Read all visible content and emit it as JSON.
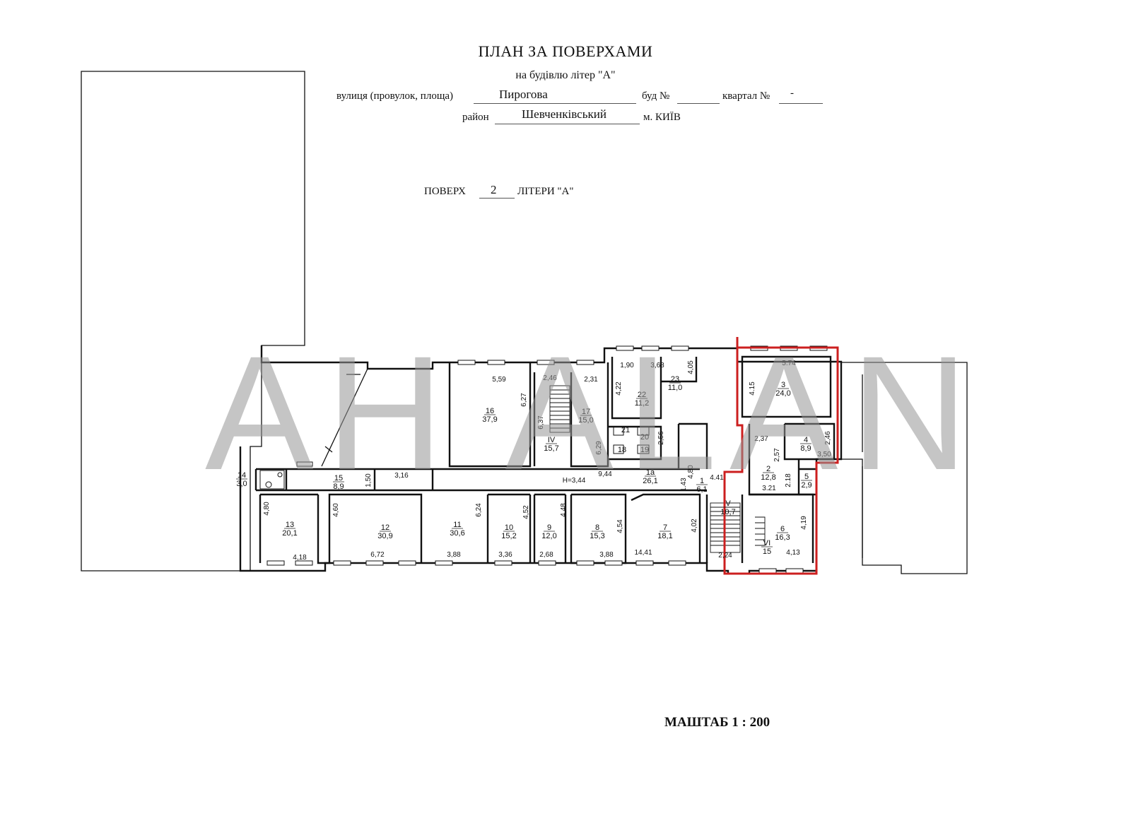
{
  "header": {
    "title": "ПЛАН ЗА ПОВЕРХАМИ",
    "subtitle": "на будівлю літер \"А\"",
    "street_label": "вулиця (провулок, площа)",
    "street_value": "Пирогова",
    "building_label": "буд №",
    "block_label": "квартал №",
    "block_value": "-",
    "district_label": "район",
    "district_value": "Шевченківський",
    "city": "м. КИЇВ",
    "floor_label": "ПОВЕРХ",
    "floor_value": "2",
    "letter_label": "ЛІТЕРИ \"А\""
  },
  "scale": "МАШТАБ 1 : 200",
  "watermark": "AH ALAN",
  "highlight_color": "#cc1f1f",
  "rooms": [
    {
      "num": "16",
      "area": "37,9"
    },
    {
      "num": "IV",
      "area": "15,7"
    },
    {
      "num": "17",
      "area": "15,0"
    },
    {
      "num": "22",
      "area": "11,2"
    },
    {
      "num": "23",
      "area": "11,0"
    },
    {
      "num": "21",
      "area": ""
    },
    {
      "num": "20",
      "area": ""
    },
    {
      "num": "19",
      "area": ""
    },
    {
      "num": "18",
      "area": ""
    },
    {
      "num": "3",
      "area": "24,0"
    },
    {
      "num": "4",
      "area": "8,9"
    },
    {
      "num": "2",
      "area": "12,8"
    },
    {
      "num": "5",
      "area": "2,9"
    },
    {
      "num": "14",
      "area": "3,0"
    },
    {
      "num": "15",
      "area": "8,9"
    },
    {
      "num": "1а",
      "area": "26,1"
    },
    {
      "num": "1",
      "area": "6,1"
    },
    {
      "num": "13",
      "area": "20,1"
    },
    {
      "num": "12",
      "area": "30,9"
    },
    {
      "num": "11",
      "area": "30,6"
    },
    {
      "num": "10",
      "area": "15,2"
    },
    {
      "num": "9",
      "area": "12,0"
    },
    {
      "num": "8",
      "area": "15,3"
    },
    {
      "num": "7",
      "area": "18,1"
    },
    {
      "num": "V",
      "area": "10,7"
    },
    {
      "num": "6",
      "area": "16,3"
    },
    {
      "num": "VI",
      "area": "15"
    }
  ],
  "dimensions": [
    "5,59",
    "6,27",
    "6,37",
    "2,46",
    "2,31",
    "6,29",
    "1,90",
    "3,68",
    "4,05",
    "4,22",
    "2,56",
    "5.74",
    "4.15",
    "2,37",
    "2,57",
    "2,46",
    "3,50",
    "3.21",
    "2.18",
    "H=3,44",
    "9,44",
    "3,16",
    "1,50",
    "4,80",
    "1.43",
    "4.41",
    "4,80",
    "4,60",
    "6,24",
    "4,52",
    "4,48",
    "4,54",
    "4,02",
    "4,19",
    "4,18",
    "6,72",
    "3,88",
    "3,36",
    "2,68",
    "3,88",
    "14,41",
    "2,24",
    "4,13"
  ]
}
